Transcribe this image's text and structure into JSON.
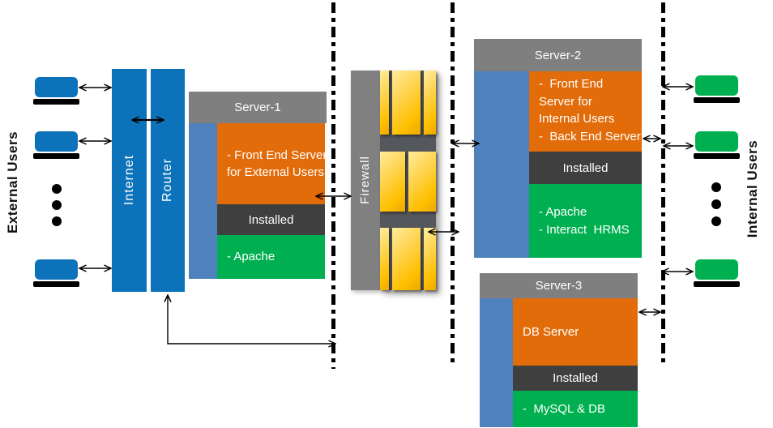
{
  "diagram": {
    "left_zone": {
      "label": "External Users"
    },
    "right_zone": {
      "label": "Internal Users"
    },
    "network": {
      "internet": "Internet",
      "router": "Router",
      "firewall": "Firewall"
    },
    "servers": [
      {
        "name": "Server-1",
        "role_lines": [
          "- Front End Server",
          "for External Users"
        ],
        "installed": "Installed",
        "software_lines": [
          "- Apache"
        ]
      },
      {
        "name": "Server-2",
        "role_lines": [
          "-  Front End",
          "Server for",
          "Internal Users",
          "-  Back End Server"
        ],
        "installed": "Installed",
        "software_lines": [
          "- Apache",
          "- Interact  HRMS"
        ]
      },
      {
        "name": "Server-3",
        "role_lines": [
          "DB Server"
        ],
        "installed": "Installed",
        "software_lines": [
          "-  MySQL & DB"
        ]
      }
    ],
    "colors": {
      "user_external": "#0C72B9",
      "user_internal": "#00B050",
      "bar_blue": "#0C72B9",
      "server_panel_blue": "#4F81BD",
      "server_role_orange": "#E36C0A",
      "installed_dark": "#3F3F3F",
      "software_green": "#00B050",
      "header_gray": "#7F7F7F",
      "brick_gold": "#FFC000",
      "mortar_gray": "#54575C"
    }
  }
}
